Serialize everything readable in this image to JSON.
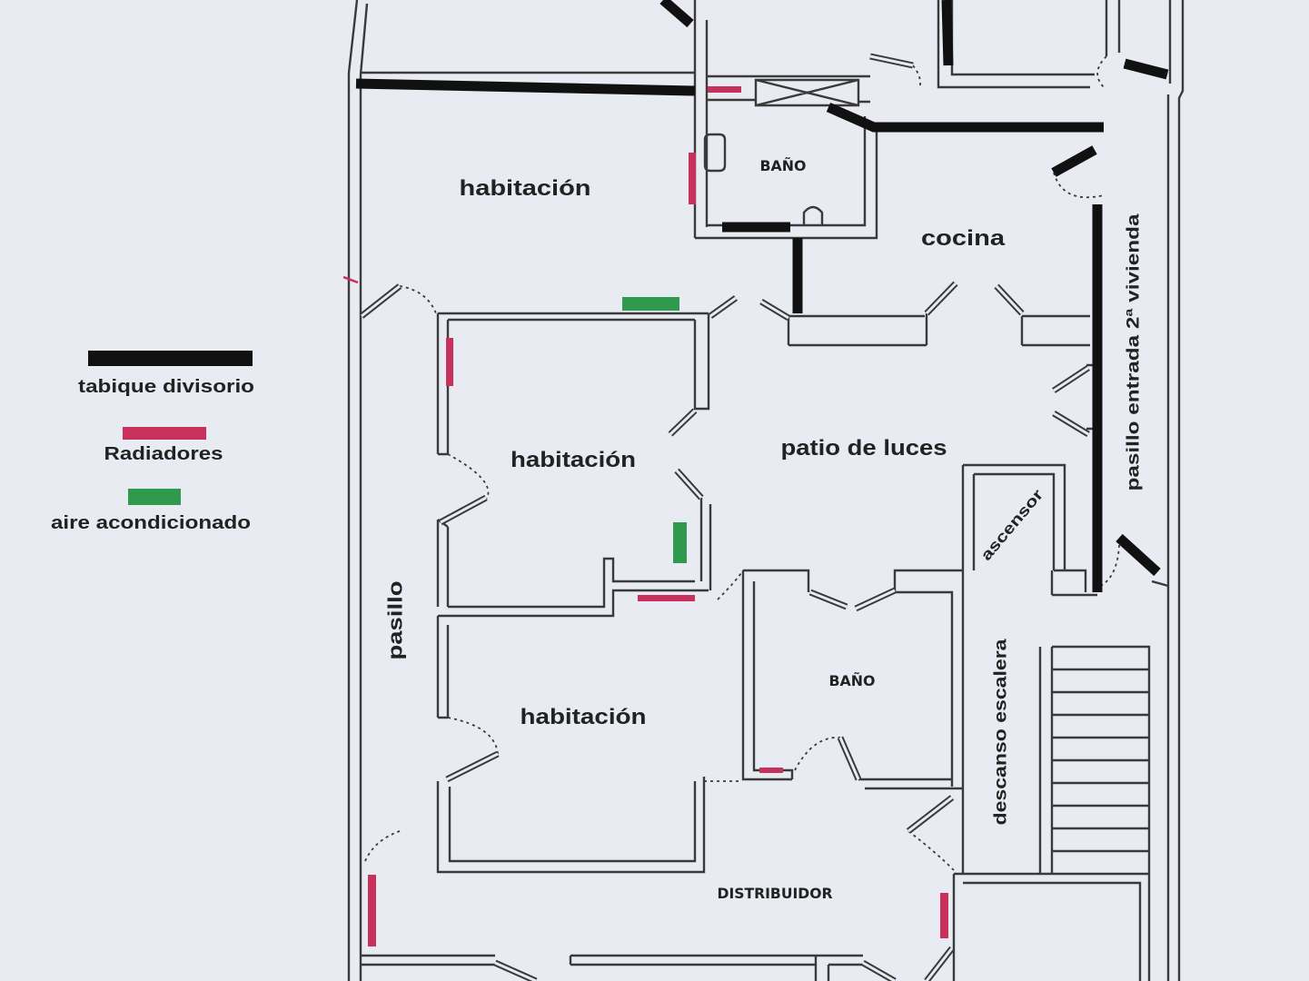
{
  "legend": {
    "partition": {
      "label": "tabique divisorio",
      "color": "#111111"
    },
    "radiator": {
      "label": "Radiadores",
      "color": "#c8315b"
    },
    "ac": {
      "label": "aire acondicionado",
      "color": "#2f9a4e"
    }
  },
  "rooms": {
    "bedroom_top": "habitación",
    "bathroom_top": "BAÑO",
    "kitchen": "cocina",
    "bedroom_middle": "habitación",
    "light_well": "patio de luces",
    "second_unit_hallway": "pasillo entrada 2ª vivienda",
    "elevator": "ascensor",
    "hallway": "pasillo",
    "bedroom_bottom": "habitación",
    "bathroom_bottom": "BAÑO",
    "stair_landing": "descanso escalera",
    "hall": "DISTRIBUIDOR"
  }
}
